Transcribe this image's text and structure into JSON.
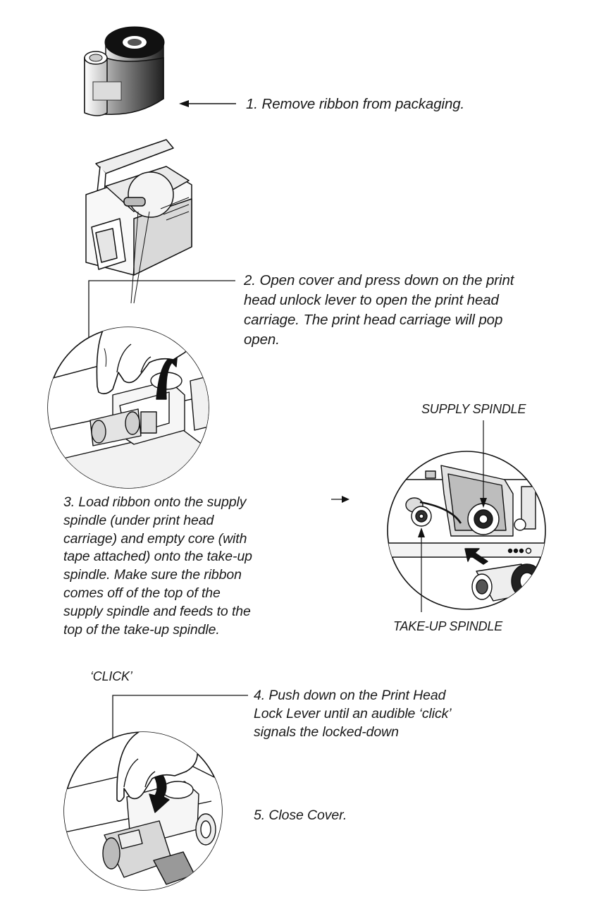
{
  "steps": {
    "step1": "1.  Remove ribbon from packaging.",
    "step2": [
      "2. Open cover and press down on the print",
      "head unlock lever to open the print head",
      "carriage. The print head carriage will pop",
      "open."
    ],
    "step3": [
      "3. Load ribbon onto the supply",
      "spindle (under print head",
      "carriage) and empty core (with",
      "tape attached) onto the take-up",
      "spindle. Make sure the ribbon",
      "comes off of the top of the",
      "supply spindle and feeds to the",
      "top of the take-up spindle."
    ],
    "step4": [
      "4. Push down on the Print Head",
      "Lock Lever until an audible ‘click’",
      "signals the  locked-down"
    ],
    "step5": "5. Close Cover."
  },
  "labels": {
    "supply_spindle": "SUPPLY SPINDLE",
    "takeup_spindle": "TAKE-UP SPINDLE",
    "click": "‘CLICK’"
  }
}
